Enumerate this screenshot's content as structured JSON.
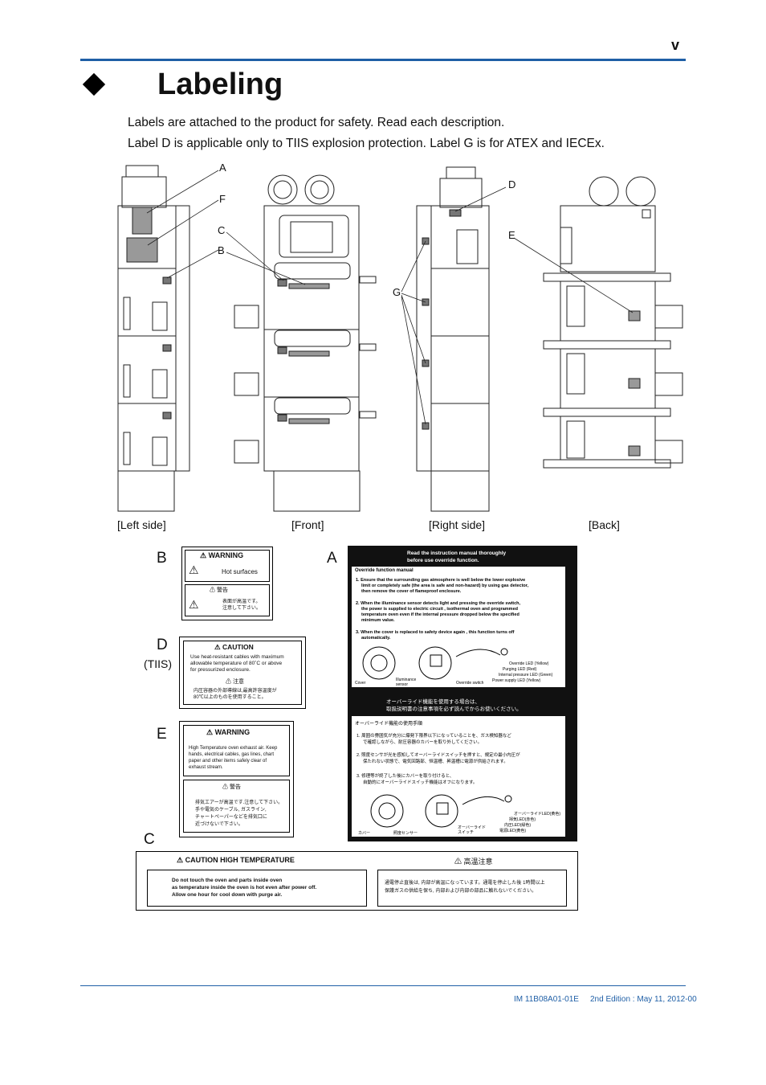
{
  "header": {
    "page_number": "v",
    "title": "Labeling"
  },
  "intro": [
    "Labels are attached to the product for safety. Read each description.",
    "Label D is applicable only to TIIS explosion protection. Label G is for ATEX and IECEx."
  ],
  "views": [
    "[Left side]",
    "[Front]",
    "[Right side]",
    "[Back]"
  ],
  "callouts": {
    "A": "A",
    "F": "F",
    "C": "C",
    "B": "B",
    "D": "D",
    "E": "E",
    "G": "G"
  },
  "labels": {
    "B": {
      "letter": "B",
      "warning": "WARNING",
      "text": "Hot surfaces",
      "jp_warning": "警告",
      "jp_text_1": "表面が高温です。",
      "jp_text_2": "注意して下さい。"
    },
    "D": {
      "letter": "D",
      "sub": "(TIIS)",
      "caution": "CAUTION",
      "text_1": "Use heat-resistant cables with maximum",
      "text_2": "allowable temperature of 80˚C or above",
      "text_3": "for pressurized enclosure.",
      "jp_caution": "注意",
      "jp_text_1": "内圧容器の外部導線は,最高許容温度が",
      "jp_text_2": "80℃以上のものを使用すること。"
    },
    "E": {
      "letter": "E",
      "warning": "WARNING",
      "text_1": "High Temperature oven exhaust air. Keep",
      "text_2": "hands, electrical cables, gas lines, chart",
      "text_3": "paper and other items safely clear of",
      "text_4": "exhaust stream.",
      "jp_warning": "警告",
      "jp_text_1": "排気エアーが高温です.注意して下さい。",
      "jp_text_2": "手や電気のケーブル, ガスライン,",
      "jp_text_3": "チャートペーパーなどを排気口に",
      "jp_text_4": "近づけないで下さい。"
    },
    "A": {
      "letter": "A",
      "head_1": "Read the instruction manual thoroughly",
      "head_2": "before use override function.",
      "panel_title": "Override function manual",
      "step_1a": "1. Ensure that the surrounding gas atmosphere is well below the lower explosive",
      "step_1b": "limit or completely safe (the area is safe and non-hazard) by using gas detector,",
      "step_1c": "then remove the cover of flameproof enclosure.",
      "step_2a": "2. When the illuminance sensor detects light and pressing the override switch,",
      "step_2b": "the power is supplied to electric circuit , isothermal oven and programmed",
      "step_2c": "temperature oven even if the internal pressure dropped below the specified",
      "step_2d": "minimum value.",
      "step_3a": "3. When the cover is replaced to safety device again , this function turns off",
      "step_3b": "automatically.",
      "d_cover": "Cover",
      "d_sensor": "Illuminance sensor",
      "d_switch": "Override switch",
      "d_led1": "Override LED (Yellow)",
      "d_led2": "Purging LED (Red)",
      "d_led3": "Internal pressure LED (Green)",
      "d_led4": "Power supply LED (Yellow)",
      "jhead_1": "オーバーライド機能を使用する場合は、",
      "jhead_2": "取扱説明書の注意事項を必ず読んでからお使いください。",
      "jpanel_title": "オーバーライド機能の使用手順",
      "jstep_1a": "1. 周囲の雰囲気が充分に爆発下限界以下になっていることを、ガス検知器など",
      "jstep_1b": "で確認しながら、耐圧容器のカバーを取り外してください。",
      "jstep_2a": "2. 照度センサが光を感知してオーバーライドスイッチを押すと、規定の最小内圧が",
      "jstep_2b": "保たれない状態で、電気回路部、恒温槽、昇温槽に電源が供給されます。",
      "jstep_3a": "3. 修理等が終了した後にカバーを取り付けると、",
      "jstep_3b": "自動的にオーバーライドスイッチ機能はオフになります。",
      "jd_cover": "カバー",
      "jd_sensor": "照度センサー",
      "jd_switch": "オーバーライドスイッチ",
      "jd_led1": "オーバーライドLED(黄色)",
      "jd_led2": "掃気LED(赤色)",
      "jd_led3": "内圧LED(緑色)",
      "jd_led4": "電源LED(黄色)"
    },
    "C": {
      "letter": "C",
      "caution": "CAUTION HIGH TEMPERATURE",
      "text_1": "Do not touch the oven and parts inside oven",
      "text_2": "as temperature inside the oven is hot even after power off.",
      "text_3": "Allow one hour for cool down with purge air.",
      "jp_caution": "高温注意",
      "jp_text_1": "通電停止直後は, 内部が高温になっています。通電を停止した後 1時間以上",
      "jp_text_2": "保護ガスの供給を保ち, 内部および内部の部品に触れないでください。"
    }
  },
  "footer": {
    "doc_id": "IM 11B08A01-01E",
    "edition": "2nd Edition : May 11, 2012-00"
  }
}
